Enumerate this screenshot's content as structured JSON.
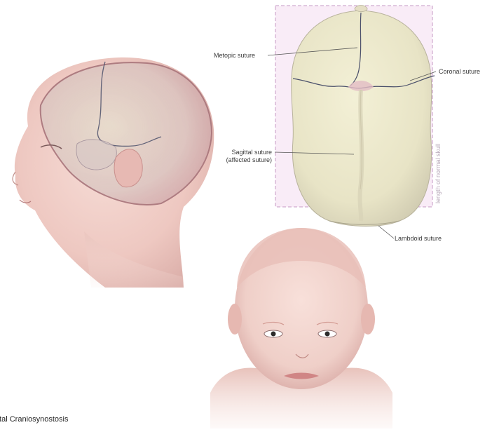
{
  "labels": {
    "metopic": "Metopic suture",
    "coronal": "Coronal suture",
    "sagittal_line1": "Sagittal suture",
    "sagittal_line2": "(affected suture)",
    "lambdoid": "Lambdoid suture",
    "normal_length": "length of normal skull"
  },
  "caption": "ttal Craniosynostosis",
  "colors": {
    "skin": "#f0d2cc",
    "skull": "#ece9c9",
    "frame": "#c69ac4",
    "frame_fill": "#f9ecf7",
    "suture": "#4a4f6a"
  }
}
